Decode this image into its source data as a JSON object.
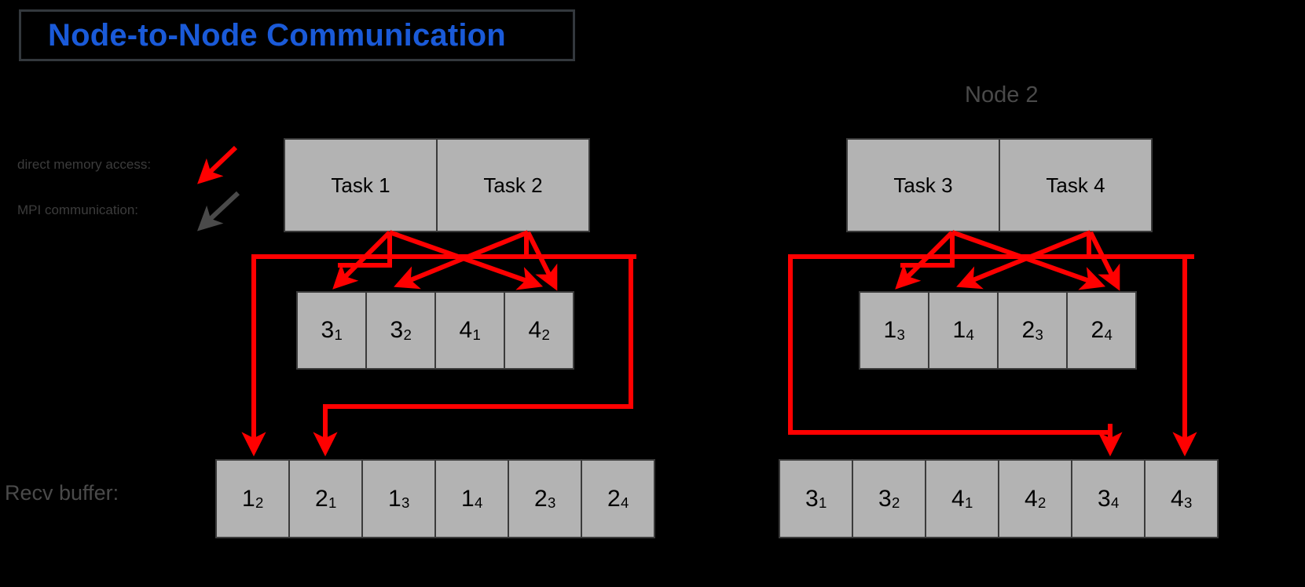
{
  "title": {
    "text": "Node-to-Node Communication",
    "color": "#1a5ad8",
    "border_color": "#33383d"
  },
  "background_color": "#000000",
  "cell_fill_color": "#b3b3b3",
  "cell_border_color": "#3b3b3b",
  "arrow_colors": {
    "direct_memory_access": "#ff0000",
    "mpi_communication": "#4a4a4a"
  },
  "nodes": {
    "right_label": "Node 2"
  },
  "legend": {
    "items": [
      {
        "label": "direct memory access:",
        "arrow_color": "#ff0000"
      },
      {
        "label": "MPI communication:",
        "arrow_color": "#4a4a4a"
      }
    ]
  },
  "labels": {
    "recv_buffer": "Recv buffer:"
  },
  "left_node": {
    "tasks": [
      {
        "label": "Task 1"
      },
      {
        "label": "Task 2"
      }
    ],
    "send_buffer": [
      {
        "base": "3",
        "sub": "1"
      },
      {
        "base": "3",
        "sub": "2"
      },
      {
        "base": "4",
        "sub": "1"
      },
      {
        "base": "4",
        "sub": "2"
      }
    ],
    "recv_buffer": [
      {
        "base": "1",
        "sub": "2"
      },
      {
        "base": "2",
        "sub": "1"
      },
      {
        "base": "1",
        "sub": "3"
      },
      {
        "base": "1",
        "sub": "4"
      },
      {
        "base": "2",
        "sub": "3"
      },
      {
        "base": "2",
        "sub": "4"
      }
    ]
  },
  "right_node": {
    "tasks": [
      {
        "label": "Task 3"
      },
      {
        "label": "Task 4"
      }
    ],
    "send_buffer": [
      {
        "base": "1",
        "sub": "3"
      },
      {
        "base": "1",
        "sub": "4"
      },
      {
        "base": "2",
        "sub": "3"
      },
      {
        "base": "2",
        "sub": "4"
      }
    ],
    "recv_buffer": [
      {
        "base": "3",
        "sub": "1"
      },
      {
        "base": "3",
        "sub": "2"
      },
      {
        "base": "4",
        "sub": "1"
      },
      {
        "base": "4",
        "sub": "2"
      },
      {
        "base": "3",
        "sub": "4"
      },
      {
        "base": "4",
        "sub": "3"
      }
    ]
  }
}
